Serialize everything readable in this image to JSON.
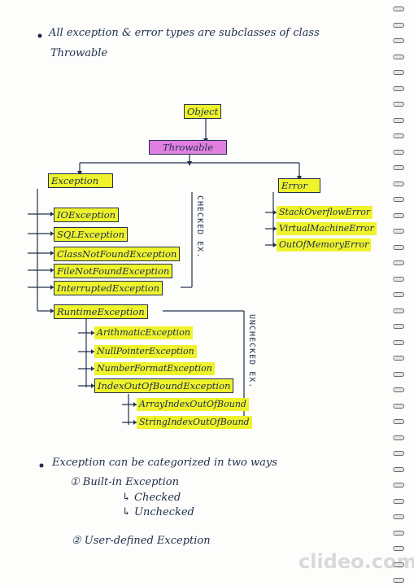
{
  "notes": {
    "intro_line1": "All exception & error types are subclasses of class",
    "intro_line2": "Throwable"
  },
  "hierarchy": {
    "root": "Object",
    "throwable": "Throwable",
    "exception": "Exception",
    "error": "Error",
    "checked_label": "CHECKED EX.",
    "unchecked_label": "UNCHECKED EX.",
    "checked": [
      "IOException",
      "SQLException",
      "ClassNotFoundException",
      "FileNotFoundException",
      "InterruptedException"
    ],
    "runtime": "RuntimeException",
    "runtime_children": [
      "ArithmaticException",
      "NullPointerException",
      "NumberFormatException",
      "IndexOutOfBoundException"
    ],
    "index_children": [
      "ArrayIndexOutOfBound",
      "StringIndexOutOfBound"
    ],
    "errors": [
      "StackOverflowError",
      "VirtualMachineError",
      "OutOfMemoryError"
    ]
  },
  "categories": {
    "heading": "Exception can be categorized in two ways",
    "item1": "① Built-in Exception",
    "item1_sub1": "↳ Checked",
    "item1_sub2": "↳ Unchecked",
    "item2": "② User-defined Exception"
  },
  "watermark": "clideo.com",
  "colors": {
    "highlight": "#eef32c",
    "throwable_highlight": "#e07fe0",
    "ink": "#1f2d4a"
  }
}
